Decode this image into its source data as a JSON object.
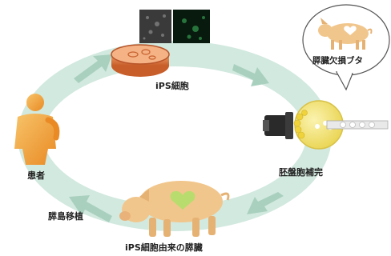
{
  "labels": {
    "ips_cells": "iPS細胞",
    "blastocyst_complementation": "胚盤胞補完",
    "patient": "患者",
    "islet_transplant": "膵島移植",
    "ips_derived_pancreas": "iPS細胞由来の膵臓",
    "pancreas_deficient_pig": "膵臓欠損ブタ"
  },
  "colors": {
    "cycle_ring": "#d2e9df",
    "cycle_arrow": "#a9d0bf",
    "pig_body": "#f1c68c",
    "heart": "#b8dc6e",
    "patient_body": "#f2a23a",
    "petri_dish": "#e07a3e",
    "embryo": "#f3e36a",
    "injector": "#2a2a2a"
  }
}
